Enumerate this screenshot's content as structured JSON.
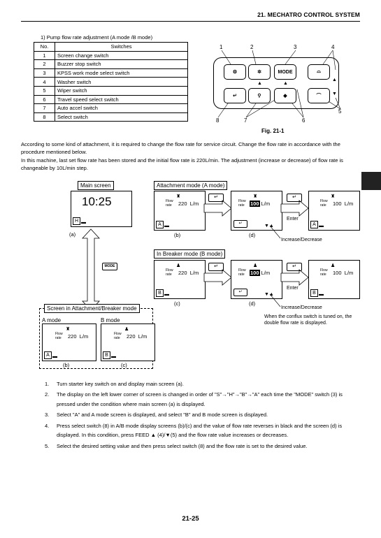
{
  "header": {
    "title": "21. MECHATRO CONTROL SYSTEM"
  },
  "table": {
    "caption": "1) Pump flow rate adjustment (A mode /B mode)",
    "col_no": "No.",
    "col_switches": "Switches",
    "rows": [
      {
        "no": "1",
        "name": "Screen change switch"
      },
      {
        "no": "2",
        "name": "Buzzer stop switch"
      },
      {
        "no": "3",
        "name": "KPSS work mode select switch"
      },
      {
        "no": "4",
        "name": "Washer switch"
      },
      {
        "no": "5",
        "name": "Wiper switch"
      },
      {
        "no": "6",
        "name": "Travel speed select switch"
      },
      {
        "no": "7",
        "name": "Auto accel switch"
      },
      {
        "no": "8",
        "name": "Select switch"
      }
    ]
  },
  "figure": {
    "caption": "Fig. 21-1",
    "numbers": {
      "n1": "1",
      "n2": "2",
      "n3": "3",
      "n4": "4",
      "n5": "5",
      "n6": "6",
      "n7": "7",
      "n8": "8"
    },
    "mode_button": "MODE"
  },
  "intro": {
    "p1": "According to some kind of attachment, it is required to change the flow rate for service circuit. Change the flow rate in accordance with the procedure mentioned below.",
    "p2": "In this machine, last set flow rate has been stored and the initial flow rate is 220L/min. The adjustment (increase or decrease) of flow rate is changeable by 10L/min step."
  },
  "diagram": {
    "main_screen_label": "Main screen",
    "clock": "10:25",
    "h_letter": "H",
    "a_letter": "A",
    "b_letter": "B",
    "attach_label": "Attachment mode (A mode)",
    "breaker_label": "In Breaker mode (B mode)",
    "screen_group_label": "Screen in Attachment/Breaker mode",
    "a_mode": "A mode",
    "b_mode": "B mode",
    "flow": "Flow",
    "rate": "rate",
    "val_220": "220",
    "val_100": "100",
    "unit": "L/m",
    "tag_a": "(a)",
    "tag_b": "(b)",
    "tag_c": "(c)",
    "tag_d": "(d)",
    "enter": "Enter",
    "incdec": "Increase/Decrease",
    "note": "When the conflux switch is tuned on, the double flow rate is displayed.",
    "mode_icon": "MODE"
  },
  "steps": [
    {
      "n": "1.",
      "text": "Turn starter key switch on and display main screen (a)."
    },
    {
      "n": "2.",
      "text": "The display on the left lower corner of screen is changed in order of \"S\"→\"H\"→\"B\"→\"A\" each time the \"MODE\" switch (3) is pressed under the condition where main screen (a) is displayed."
    },
    {
      "n": "3.",
      "text": "Select \"A\" and A mode screen is displayed, and select \"B\" and B mode screen is displayed."
    },
    {
      "n": "4.",
      "text": "Press select switch (8) in A/B mode display screens (b)/(c) and the value of flow rate reverses in black and the screen (d) is displayed. In this condition, press FEED ▲ (4)/▼(5) and the flow rate value increases or decreases."
    },
    {
      "n": "5.",
      "text": "Select the desired setting value and then press select switch (8) and the flow rate is set to the desired value."
    }
  ],
  "page_number": "21-25"
}
